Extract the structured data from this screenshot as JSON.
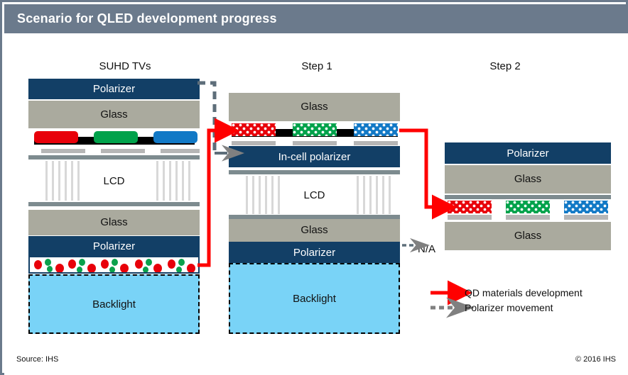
{
  "title": "Scenario for QLED development progress",
  "footer": {
    "source": "Source: IHS",
    "copyright": "© 2016 IHS"
  },
  "columns": [
    {
      "header": "SUHD TVs",
      "layers": [
        "Polarizer",
        "Glass",
        "color-filter",
        "LCD",
        "Glass",
        "Polarizer",
        "qd-film",
        "Backlight"
      ],
      "labels": {
        "polarizer_top": "Polarizer",
        "glass_top": "Glass",
        "lcd": "LCD",
        "glass_bottom": "Glass",
        "polarizer_bottom": "Polarizer",
        "backlight": "Backlight"
      }
    },
    {
      "header": "Step 1",
      "labels": {
        "glass_top": "Glass",
        "incell": "In-cell polarizer",
        "lcd": "LCD",
        "glass_bottom": "Glass",
        "polarizer_bottom": "Polarizer",
        "backlight": "Backlight"
      },
      "na_marker": "N/A"
    },
    {
      "header": "Step 2",
      "labels": {
        "polarizer_top": "Polarizer",
        "glass_top": "Glass",
        "glass_bottom": "Glass"
      }
    }
  ],
  "legend": [
    {
      "icon": "solid-arrow-icon",
      "color": "#FF0000",
      "label": "QD materials development"
    },
    {
      "icon": "dashed-arrow-icon",
      "color": "#808080",
      "label": "Polarizer movement"
    }
  ],
  "colors": {
    "title_bar": "#6B7A8C",
    "polarizer": "#123F66",
    "glass": "#AAAA9E",
    "backlight": "#79D3F7",
    "filter_red": "#E8000A",
    "filter_green": "#00A24B",
    "filter_blue": "#1279C6",
    "qd_arrow": "#FF0000",
    "polarizer_arrow": "#808080"
  }
}
